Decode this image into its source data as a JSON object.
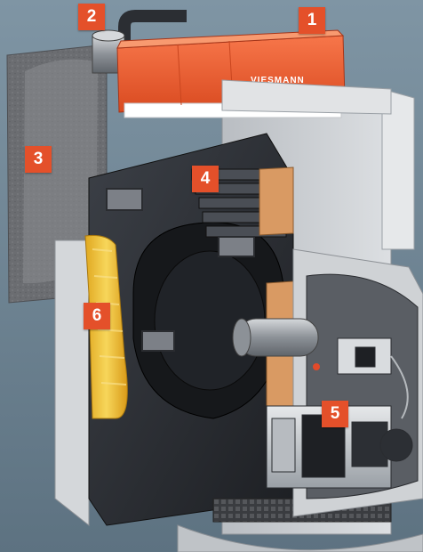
{
  "brand": {
    "logo_text": "VIESMANN",
    "accent_color": "#e4502a",
    "cover_color": "#ee5a2c"
  },
  "callouts": [
    {
      "id": "1",
      "label": "1"
    },
    {
      "id": "2",
      "label": "2"
    },
    {
      "id": "3",
      "label": "3"
    },
    {
      "id": "4",
      "label": "4"
    },
    {
      "id": "5",
      "label": "5"
    },
    {
      "id": "6",
      "label": "6"
    }
  ],
  "colors": {
    "background": "#6f8594",
    "insulation": "#6d6f73",
    "casing": "#c9ccd0",
    "cast_iron": "#2b2e33",
    "yellow_insulation": "#f2c63c",
    "fire_brick": "#d99a63"
  }
}
